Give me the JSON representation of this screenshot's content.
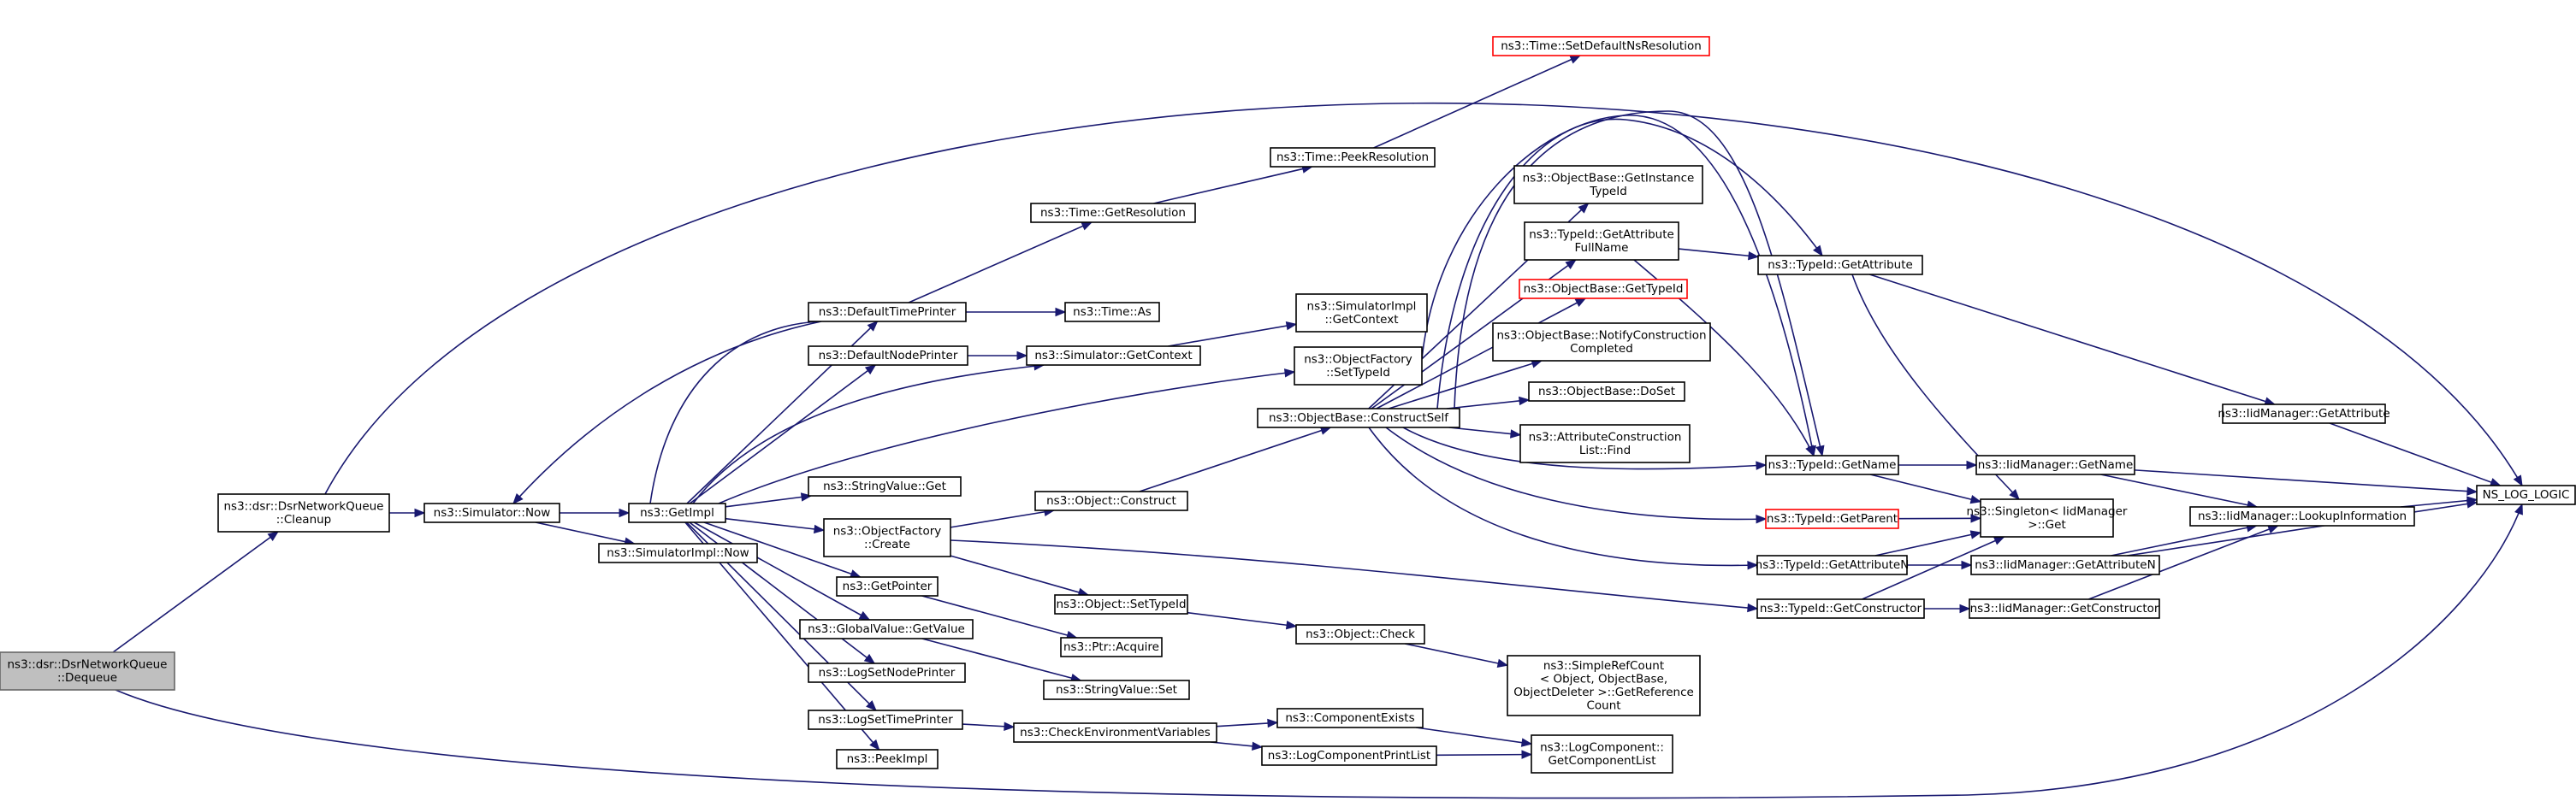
{
  "graph": {
    "nodes": [
      {
        "id": "dequeue",
        "label": "ns3::dsr::DsrNetworkQueue\n::Dequeue"
      },
      {
        "id": "cleanup",
        "label": "ns3::dsr::DsrNetworkQueue\n::Cleanup"
      },
      {
        "id": "now",
        "label": "ns3::Simulator::Now"
      },
      {
        "id": "getimpl",
        "label": "ns3::GetImpl"
      },
      {
        "id": "simimplnow",
        "label": "ns3::SimulatorImpl::Now"
      },
      {
        "id": "defaulttimeprinter",
        "label": "ns3::DefaultTimePrinter"
      },
      {
        "id": "defaultnodeprinter",
        "label": "ns3::DefaultNodePrinter"
      },
      {
        "id": "stringvalueget",
        "label": "ns3::StringValue::Get"
      },
      {
        "id": "objfactorycreate",
        "label": "ns3::ObjectFactory\n::Create"
      },
      {
        "id": "getpointer",
        "label": "ns3::GetPointer"
      },
      {
        "id": "globalvalueget",
        "label": "ns3::GlobalValue::GetValue"
      },
      {
        "id": "logsetnodeprinter",
        "label": "ns3::LogSetNodePrinter"
      },
      {
        "id": "logsettimeprinter",
        "label": "ns3::LogSetTimePrinter"
      },
      {
        "id": "peekimpl",
        "label": "ns3::PeekImpl"
      },
      {
        "id": "timegetres",
        "label": "ns3::Time::GetResolution"
      },
      {
        "id": "timeas",
        "label": "ns3::Time::As"
      },
      {
        "id": "simgetcontext",
        "label": "ns3::Simulator::GetContext"
      },
      {
        "id": "objconstruct",
        "label": "ns3::Object::Construct"
      },
      {
        "id": "objsettypeid",
        "label": "ns3::Object::SetTypeId"
      },
      {
        "id": "ptracquire",
        "label": "ns3::Ptr::Acquire"
      },
      {
        "id": "stringvalueset",
        "label": "ns3::StringValue::Set"
      },
      {
        "id": "checkenv",
        "label": "ns3::CheckEnvironmentVariables"
      },
      {
        "id": "timepeekres",
        "label": "ns3::Time::PeekResolution"
      },
      {
        "id": "timesetdefault",
        "label": "ns3::Time::SetDefaultNsResolution",
        "red": true
      },
      {
        "id": "simimplgetctx",
        "label": "ns3::SimulatorImpl\n::GetContext"
      },
      {
        "id": "objfactorysettypeid",
        "label": "ns3::ObjectFactory\n::SetTypeId"
      },
      {
        "id": "constructself",
        "label": "ns3::ObjectBase::ConstructSelf"
      },
      {
        "id": "objcheck",
        "label": "ns3::Object::Check"
      },
      {
        "id": "componentexists",
        "label": "ns3::ComponentExists"
      },
      {
        "id": "logcompprintlist",
        "label": "ns3::LogComponentPrintList"
      },
      {
        "id": "getinstancetypeid",
        "label": "ns3::ObjectBase::GetInstance\nTypeId"
      },
      {
        "id": "getattrfullname",
        "label": "ns3::TypeId::GetAttribute\nFullName"
      },
      {
        "id": "obgettypeid",
        "label": "ns3::ObjectBase::GetTypeId",
        "red": true
      },
      {
        "id": "notifyconstruction",
        "label": "ns3::ObjectBase::NotifyConstruction\nCompleted"
      },
      {
        "id": "doset",
        "label": "ns3::ObjectBase::DoSet"
      },
      {
        "id": "attrconstructfind",
        "label": "ns3::AttributeConstruction\nList::Find"
      },
      {
        "id": "simplerefcount",
        "label": "ns3::SimpleRefCount\n< Object, ObjectBase,\nObjectDeleter >::GetReference\nCount"
      },
      {
        "id": "getcomponentlist",
        "label": "ns3::LogComponent::\nGetComponentList"
      },
      {
        "id": "typeidgetattr",
        "label": "ns3::TypeId::GetAttribute"
      },
      {
        "id": "typeidgetname",
        "label": "ns3::TypeId::GetName"
      },
      {
        "id": "typeidgetparent",
        "label": "ns3::TypeId::GetParent",
        "red": true
      },
      {
        "id": "typeidgetattrn",
        "label": "ns3::TypeId::GetAttributeN"
      },
      {
        "id": "typeidgetconstructor",
        "label": "ns3::TypeId::GetConstructor"
      },
      {
        "id": "singletonget",
        "label": "ns3::Singleton< IidManager\n>::Get"
      },
      {
        "id": "iidgetname",
        "label": "ns3::IidManager::GetName"
      },
      {
        "id": "iidgetattrn",
        "label": "ns3::IidManager::GetAttributeN"
      },
      {
        "id": "iidgetconstructor",
        "label": "ns3::IidManager::GetConstructor"
      },
      {
        "id": "iidgetattr",
        "label": "ns3::IidManager::GetAttribute"
      },
      {
        "id": "iidlookup",
        "label": "ns3::IidManager::LookupInformation"
      },
      {
        "id": "nslog",
        "label": "NS_LOG_LOGIC"
      }
    ]
  }
}
